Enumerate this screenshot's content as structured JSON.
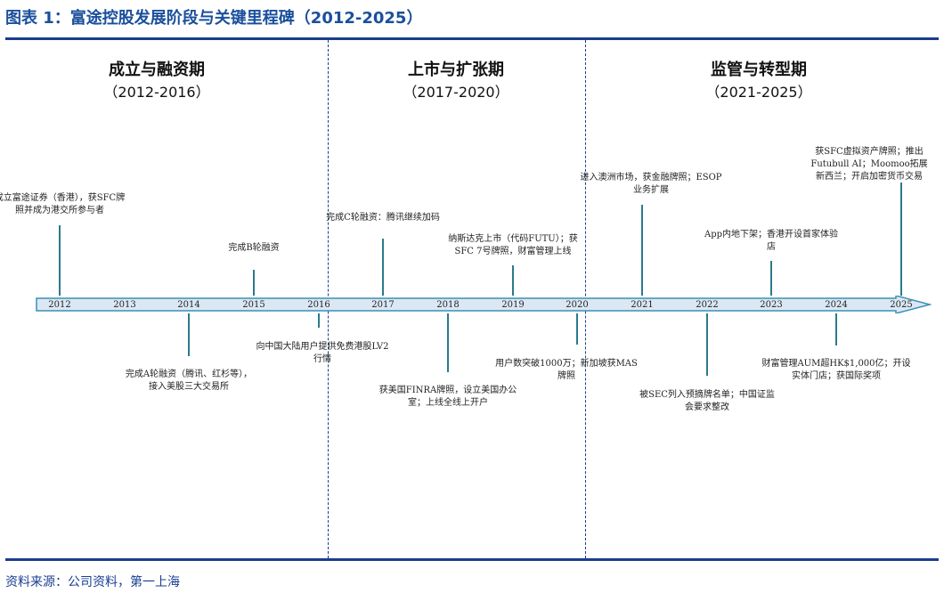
{
  "title": "图表 1：富途控股发展阶段与关键里程碑（2012-2025）",
  "source": "资料来源：公司资料，第一上海",
  "phases": [
    {
      "name": "成立与融资期",
      "range": "（2012-2016）"
    },
    {
      "name": "上市与扩张期",
      "range": "（2017-2020）"
    },
    {
      "name": "监管与转型期",
      "range": "（2021-2025）"
    }
  ],
  "years": [
    "2012",
    "2013",
    "2014",
    "2015",
    "2016",
    "2017",
    "2018",
    "2019",
    "2020",
    "2021",
    "2022",
    "2023",
    "2024",
    "2025"
  ],
  "events": [
    {
      "year": "2012",
      "side": "above",
      "lines": [
        "成立富途证券（香港），获SFC牌",
        "照并成为港交所参与者"
      ]
    },
    {
      "year": "2014",
      "side": "below",
      "lines": [
        "完成A轮融资（腾讯、红杉等），",
        "接入美股三大交易所"
      ]
    },
    {
      "year": "2015",
      "side": "above",
      "lines": [
        "完成B轮融资"
      ]
    },
    {
      "year": "2016",
      "side": "below",
      "lines": [
        "向中国大陆用户提供免费港股LV2",
        "行情"
      ]
    },
    {
      "year": "2017",
      "side": "above",
      "lines": [
        "完成C轮融资：腾讯继续加码"
      ]
    },
    {
      "year": "2018",
      "side": "below",
      "lines": [
        "获美国FINRA牌照，设立美国办公",
        "室；上线全线上开户"
      ]
    },
    {
      "year": "2019",
      "side": "above",
      "lines": [
        "纳斯达克上市（代码FUTU）；获",
        "SFC 7号牌照，财富管理上线"
      ]
    },
    {
      "year": "2020",
      "side": "below",
      "lines": [
        "用户数突破1000万；新加坡获MAS",
        "牌照"
      ]
    },
    {
      "year": "2021",
      "side": "above",
      "lines": [
        "进入澳洲市场，获金融牌照；ESOP",
        "业务扩展"
      ]
    },
    {
      "year": "2022",
      "side": "below",
      "lines": [
        "被SEC列入预摘牌名单；中国证监",
        "会要求整改"
      ]
    },
    {
      "year": "2023",
      "side": "above",
      "lines": [
        "App内地下架；香港开设首家体验",
        "店"
      ]
    },
    {
      "year": "2024",
      "side": "below",
      "lines": [
        "财富管理AUM超HK$1,000亿；开设",
        "实体门店；获国际奖项"
      ]
    },
    {
      "year": "2025",
      "side": "above",
      "lines": [
        "获SFC虚拟资产牌照；推出",
        "Futubull AI；Moomoo拓展",
        "新西兰；开启加密货币交易"
      ]
    }
  ]
}
